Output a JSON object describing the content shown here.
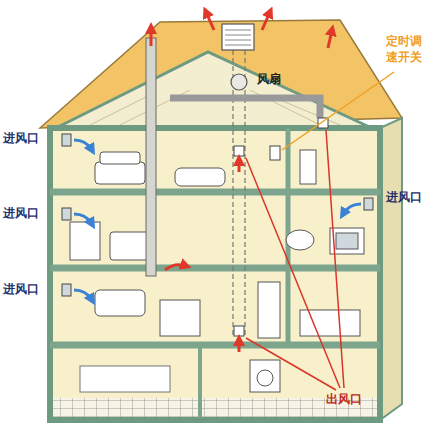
{
  "diagram": {
    "labels": [
      "风扇",
      "定时调 速开关",
      "进风口",
      "进风口",
      "进风口",
      "进风口",
      "出风口"
    ]
  }
}
